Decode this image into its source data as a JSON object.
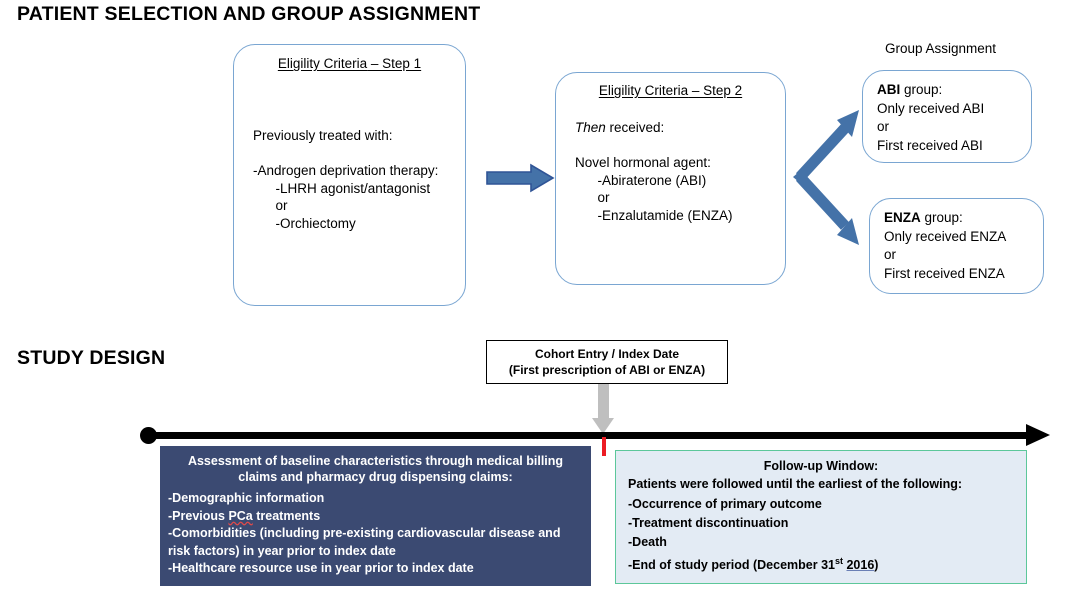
{
  "headings": {
    "patient_selection": "PATIENT SELECTION AND GROUP ASSIGNMENT",
    "study_design": "STUDY DESIGN"
  },
  "colors": {
    "box_border_blue": "#7aa6d2",
    "arrow_blue": "#4472a8",
    "arrow_blue_dark": "#2f5496",
    "baseline_panel_navy": "#3b4a72",
    "followup_panel_fill": "#e3ebf4",
    "followup_panel_border": "#5cc79a",
    "index_tick_red": "#ec1c24",
    "connector_gray": "#bfbfbf",
    "timeline_black": "#000000"
  },
  "flow": {
    "step1": {
      "title_underlined": "Eligility Criteria",
      "title_rest": " – Step 1",
      "body": "Previously treated with:\n\n-Androgen deprivation therapy:\n      -LHRH agonist/antagonist\n      or\n      -Orchiectomy"
    },
    "step2": {
      "title_underlined": "Eligility Criteria",
      "title_rest": " – Step 2",
      "body": "Then received:\n\nNovel hormonal agent:\n      -Abiraterone (ABI)\n      or\n      -Enzalutamide (ENZA)",
      "italic_word": "Then"
    },
    "group_assignment_label": "Group Assignment",
    "groups": [
      {
        "name": "abi",
        "bold_label": "ABI",
        "label_rest": " group:",
        "lines": [
          "Only received ABI",
          "or",
          "First received ABI"
        ]
      },
      {
        "name": "enza",
        "bold_label": "ENZA",
        "label_rest": " group:",
        "lines": [
          "Only received ENZA",
          "or",
          "First received ENZA"
        ]
      }
    ],
    "arrows": {
      "step1_to_step2": "right-arrow",
      "step2_to_groups": "branching-arrow"
    }
  },
  "timeline": {
    "cohort_entry": {
      "line1": "Cohort Entry / Index Date",
      "line2": "(First prescription of ABI or ENZA)"
    },
    "baseline_panel": {
      "heading": "Assessment of baseline characteristics through medical billing claims and pharmacy drug dispensing claims:",
      "items": [
        "-Demographic information",
        "-Previous PCa treatments",
        "-Comorbidities (including pre-existing cardiovascular disease and risk factors) in year prior to index date",
        "-Healthcare resource use in year prior to index date"
      ]
    },
    "followup_panel": {
      "heading": "Follow-up Window:",
      "subheading": "Patients were followed until the earliest of the following:",
      "items": [
        "-Occurrence of primary outcome",
        "-Treatment discontinuation",
        "-Death",
        "-End of study period (December 31st 2016)"
      ],
      "end_date_day": "31",
      "end_date_sup": "st",
      "end_date_year": "2016"
    }
  }
}
